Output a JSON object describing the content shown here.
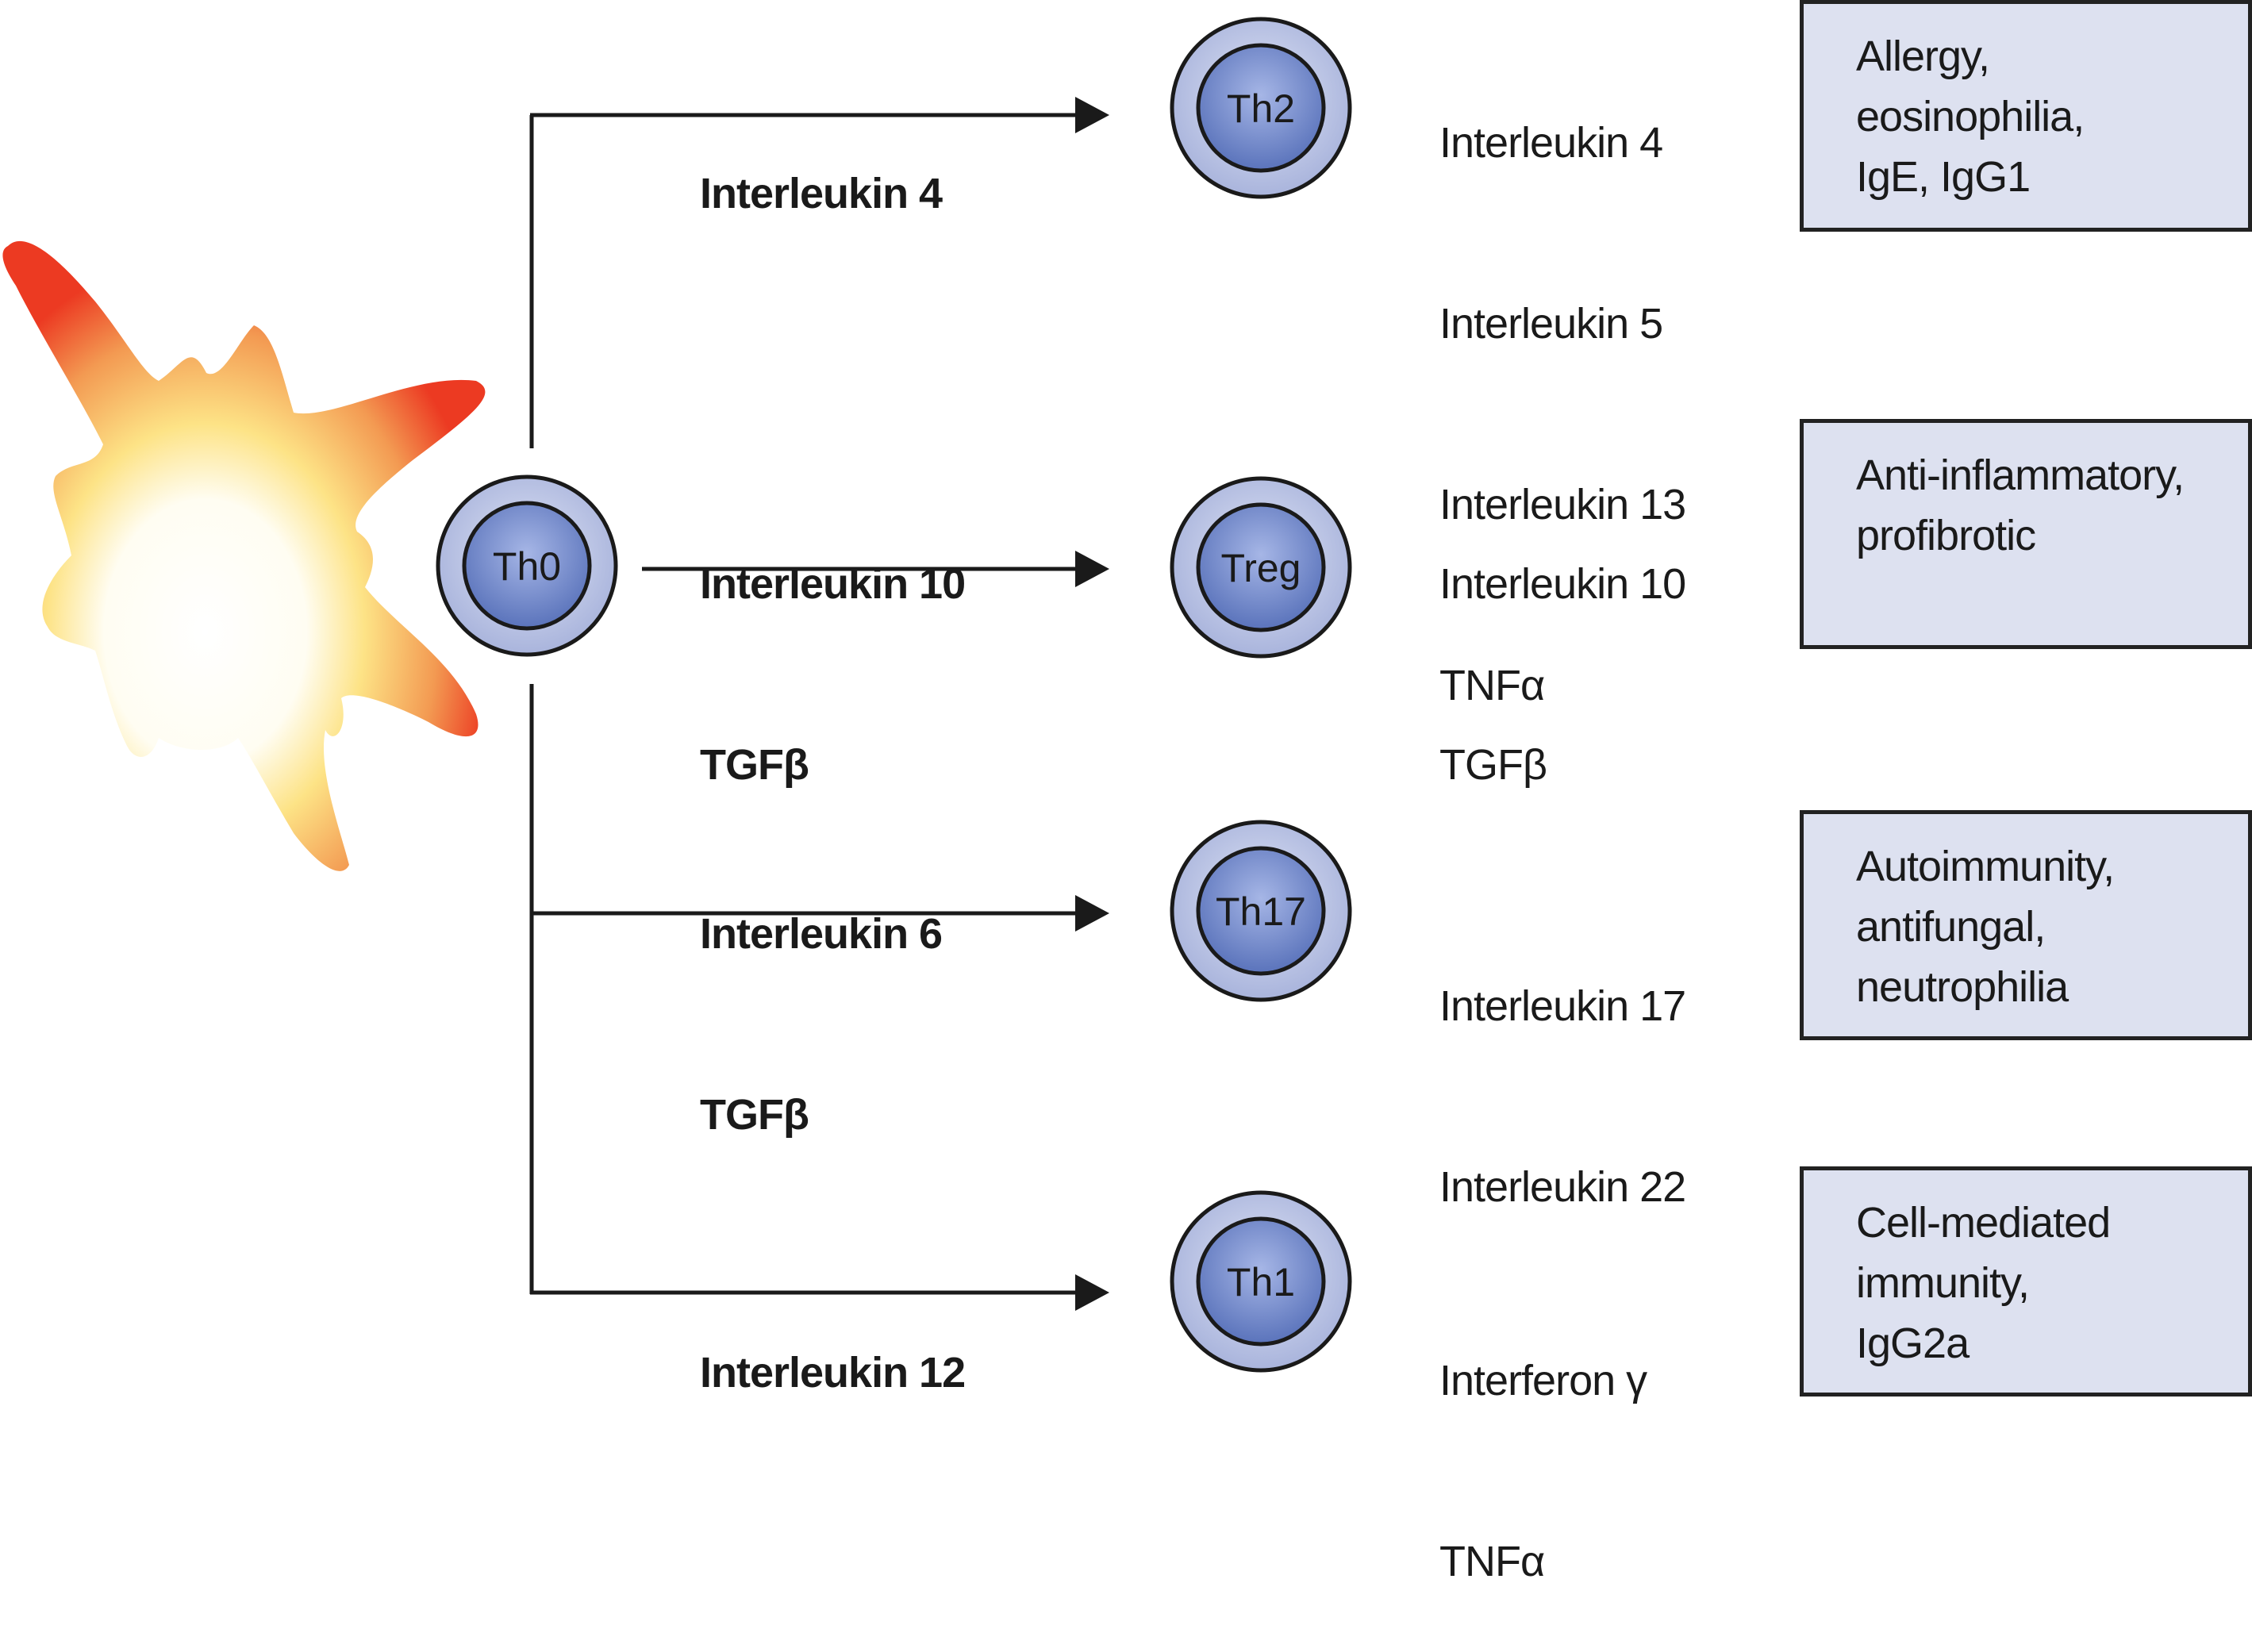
{
  "colors": {
    "cell_outer": "#b3bde0",
    "cell_inner": "#6f86c6",
    "box_fill": "#dde1f0",
    "stroke": "#1a1a1a",
    "dendritic_red": "#ec3a22",
    "dendritic_yellow": "#fde06a"
  },
  "source_cell": {
    "label": "Th0"
  },
  "branches": [
    {
      "signal": [
        "Interleukin 4"
      ],
      "cell": "Th2",
      "cytokines": [
        "Interleukin 4",
        "Interleukin 5",
        "Interleukin 13",
        "TNFα"
      ],
      "outcome": [
        "Allergy,",
        "eosinophilia,",
        "IgE, IgG1"
      ]
    },
    {
      "signal": [
        "Interleukin 10",
        "TGFβ"
      ],
      "cell": "Treg",
      "cytokines": [
        "Interleukin 10",
        "TGFβ"
      ],
      "outcome": [
        "Anti-inflammatory,",
        "profibrotic"
      ]
    },
    {
      "signal": [
        "Interleukin 6",
        "TGFβ"
      ],
      "cell": "Th17",
      "cytokines": [
        "Interleukin 17",
        "Interleukin 22"
      ],
      "outcome": [
        "Autoimmunity,",
        "antifungal,",
        "neutrophilia"
      ]
    },
    {
      "signal": [
        "Interleukin 12"
      ],
      "cell": "Th1",
      "cytokines": [
        "Interferon γ",
        "TNFα"
      ],
      "outcome": [
        "Cell-mediated",
        "immunity,",
        "IgG2a"
      ]
    }
  ]
}
